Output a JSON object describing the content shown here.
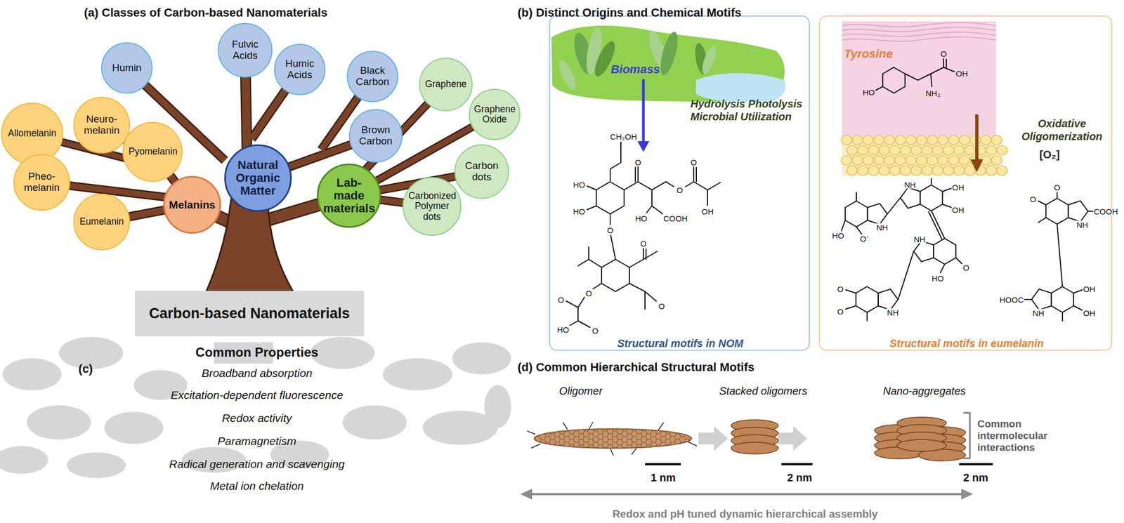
{
  "diagram": {
    "nodes": [
      {
        "text": [
          "Humin"
        ]
      },
      {
        "text": [
          "Fulvic Acids"
        ]
      },
      {
        "text": [
          "Humic Acids"
        ]
      },
      {
        "text": [
          "Black Carbon"
        ]
      },
      {
        "text": [
          "Graphene"
        ]
      },
      {
        "text": [
          "Graphene Oxide"
        ]
      },
      {
        "text": [
          "Allomelanin"
        ]
      },
      {
        "text": [
          "Neuro- melanin"
        ]
      },
      {
        "text": [
          "Brown Carbon"
        ]
      },
      {
        "text": [
          "Pyomelanin"
        ]
      },
      {
        "text": [
          "Natural Organic Matter"
        ]
      },
      {
        "text": [
          "Carbon dots"
        ]
      },
      {
        "text": [
          "Pheo- melanin"
        ]
      },
      {
        "text": [
          "Lab- made materials"
        ]
      },
      {
        "text": [
          "Melanins"
        ]
      },
      {
        "text": [
          "Carbonized Polymer dots"
        ]
      },
      {
        "text": [
          "Eumelanin"
        ]
      },
      {
        "text": [
          "Carbon-based Nanomaterials"
        ]
      },
      {
        "text": [
          "Biomass",
          "Hydrolysis Photolysis Microbial Utilization",
          "Structural motifs in NOM"
        ]
      },
      {
        "text": [
          "Tyrosine",
          "Oxidative Oligomerization",
          "[O₂]",
          "Structural motifs in eumelanin"
        ]
      }
    ],
    "labels": [
      "(a) Classes of Carbon-based Nanomaterials",
      "(b) Distinct Origins and Chemical Motifs",
      "CH₂OH",
      "HO",
      "HO",
      "O",
      "O",
      "O",
      "HO",
      "COOH",
      "OH",
      "O",
      "O",
      "O",
      "O",
      "O",
      "HO",
      "O",
      "HO",
      "O⁻",
      "NH",
      "NH",
      "OH",
      "OH",
      "NH",
      "HO",
      "O",
      "O",
      "O",
      "NH",
      "O",
      "O",
      "COOH",
      "NH",
      "HOOC",
      "NH",
      "OH",
      "OH",
      "O",
      "OH",
      "NH₂",
      "HO",
      "(c)",
      "Common Properties",
      "Broadband absorption",
      "Excitation-dependent fluorescence",
      "Redox activity",
      "Paramagnetism",
      "Radical generation and scavenging",
      "Metal ion chelation",
      "(d) Common Hierarchical Structural Motifs",
      "Oligomer",
      "Stacked oligomers",
      "Nano-aggregates",
      "1 nm",
      "2 nm",
      "2 nm",
      "Common intermolecular interactions",
      "Redox and pH tuned dynamic hierarchical assembly"
    ]
  }
}
